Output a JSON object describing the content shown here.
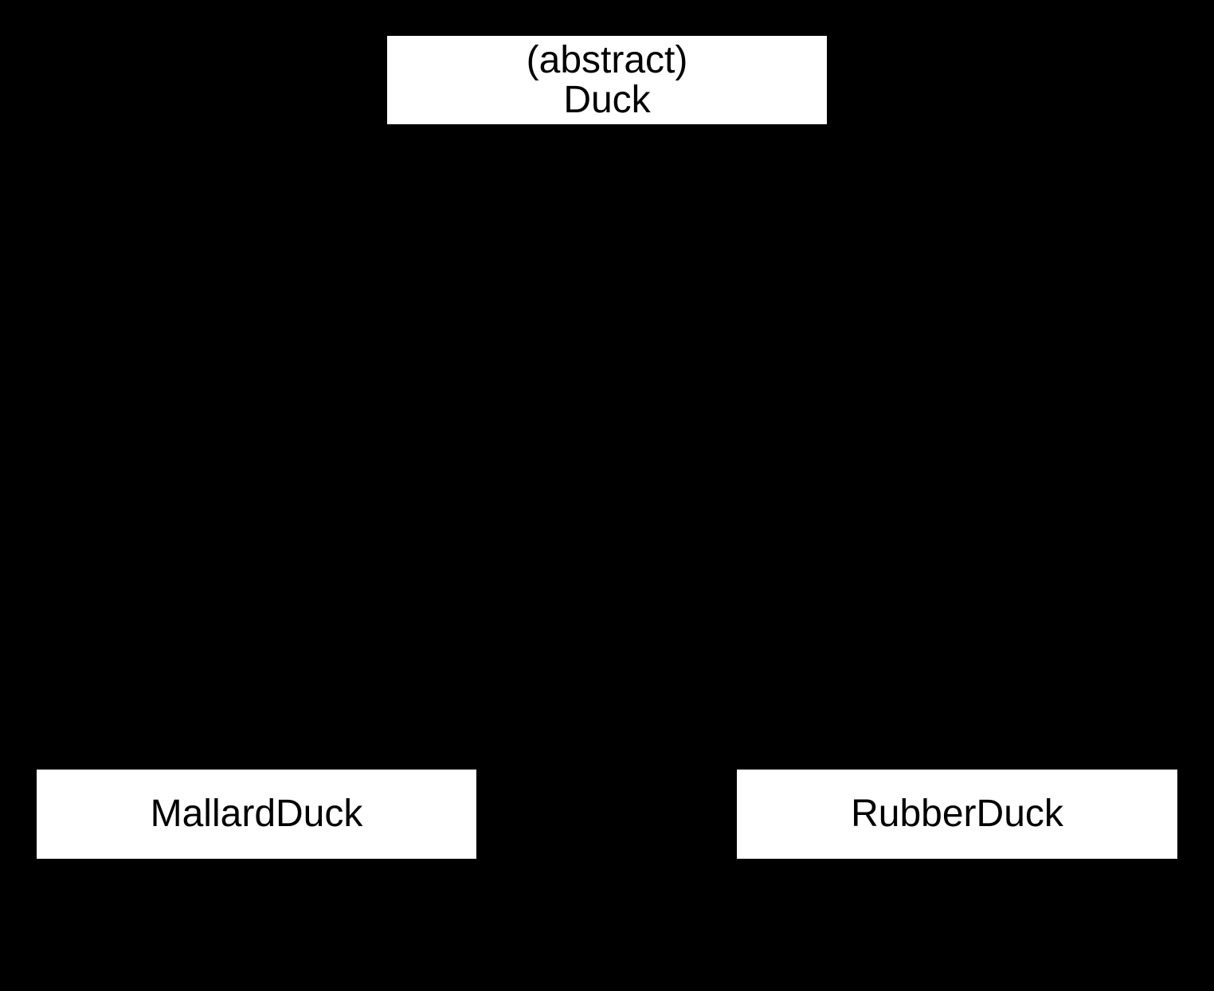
{
  "diagram": {
    "colors": {
      "background": "#000000",
      "node_fill": "#ffffff",
      "node_text": "#000000"
    },
    "nodes": {
      "duck": {
        "stereotype": "(abstract)",
        "name": "Duck"
      },
      "mallard": {
        "name": "MallardDuck"
      },
      "rubber": {
        "name": "RubberDuck"
      }
    }
  }
}
